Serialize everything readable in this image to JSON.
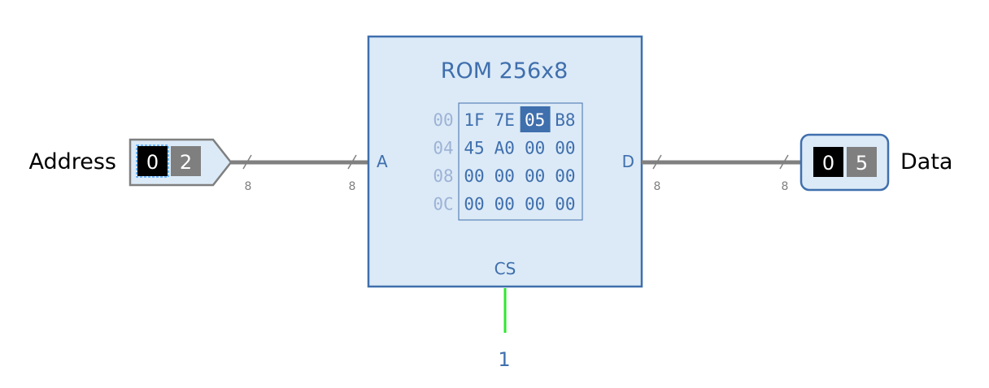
{
  "input": {
    "label": "Address",
    "digits": [
      "0",
      "2"
    ],
    "bus_width": "8"
  },
  "rom": {
    "title": "ROM 256x8",
    "port_a": "A",
    "port_d": "D",
    "port_cs": "CS",
    "bus_width_in": "8",
    "bus_width_out": "8",
    "rows": [
      {
        "addr": "00",
        "cells": [
          "1F",
          "7E",
          "05",
          "B8"
        ]
      },
      {
        "addr": "04",
        "cells": [
          "45",
          "A0",
          "00",
          "00"
        ]
      },
      {
        "addr": "08",
        "cells": [
          "00",
          "00",
          "00",
          "00"
        ]
      },
      {
        "addr": "0C",
        "cells": [
          "00",
          "00",
          "00",
          "00"
        ]
      }
    ],
    "highlighted": {
      "row": 0,
      "col": 2
    }
  },
  "output": {
    "label": "Data",
    "digits": [
      "0",
      "5"
    ],
    "bus_width": "8"
  },
  "cs_input": {
    "value": "1"
  },
  "colors": {
    "block_fill": "#dceaf7",
    "block_stroke": "#3f6fad",
    "wire": "#808080",
    "cs_wire": "#2ee82e",
    "highlight": "#3f6fad"
  }
}
